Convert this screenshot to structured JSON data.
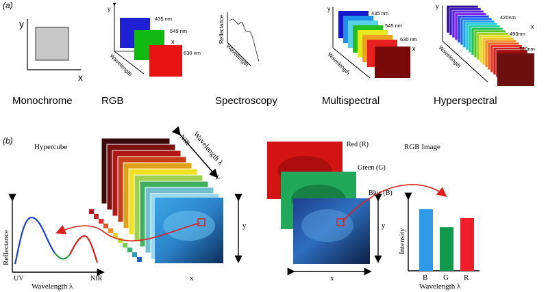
{
  "panel_a": {
    "label": "(a)",
    "mono": {
      "y": "y",
      "x": "x",
      "caption": "Monochrome"
    },
    "rgb": {
      "y": "y",
      "x": "x",
      "wavelength": "Wavelength",
      "nm1": "435 nm",
      "nm2": "545 nm",
      "nm3": "630 nm",
      "caption": "RGB"
    },
    "spec": {
      "reflectance": "Reflectance",
      "wavelength": "Wavelength",
      "caption": "Spectroscopy"
    },
    "multi": {
      "y": "y",
      "x": "x",
      "wavelength": "Wavelength",
      "nm1": "435 nm",
      "nm2": "545 nm",
      "nm3": "630 nm",
      "caption": "Multispectral"
    },
    "hyper": {
      "y": "y",
      "x": "x",
      "wavelength": "Wavelength",
      "nm1": "420nm",
      "nm2": "490nm",
      "nm3": "720nm",
      "caption": "Hyperspectral"
    }
  },
  "panel_b": {
    "label": "(b)",
    "hypercube": "Hypercube",
    "wavelength_lambda": "Wavelength λ",
    "nir_top": "NIR",
    "uv_top": "UV",
    "y_left": "y",
    "x_left": "x",
    "reflectance": "Reflectance",
    "uv": "UV",
    "nir": "NIR",
    "wavelength_bottom": "Wavelength λ",
    "rgb_image": "RGB Image",
    "red": "Red (R)",
    "green": "Green (G)",
    "blue": "Blue (B)",
    "y_right": "y",
    "x_right": "x",
    "intensity": "Intensity",
    "bar_b": "B",
    "bar_g": "G",
    "bar_r": "R",
    "wavelength_right": "Wavelength λ"
  },
  "colors": {
    "rgb_blue": "#1f1fd6",
    "rgb_green": "#12b812",
    "rgb_red": "#e81414",
    "intensity_bars": [
      "#2f9be8",
      "#0e9a4a",
      "#ee1e2a"
    ],
    "arrow_red": "#e0201c"
  },
  "intensity_values": {
    "B": 0.82,
    "G": 0.58,
    "R": 0.7
  }
}
